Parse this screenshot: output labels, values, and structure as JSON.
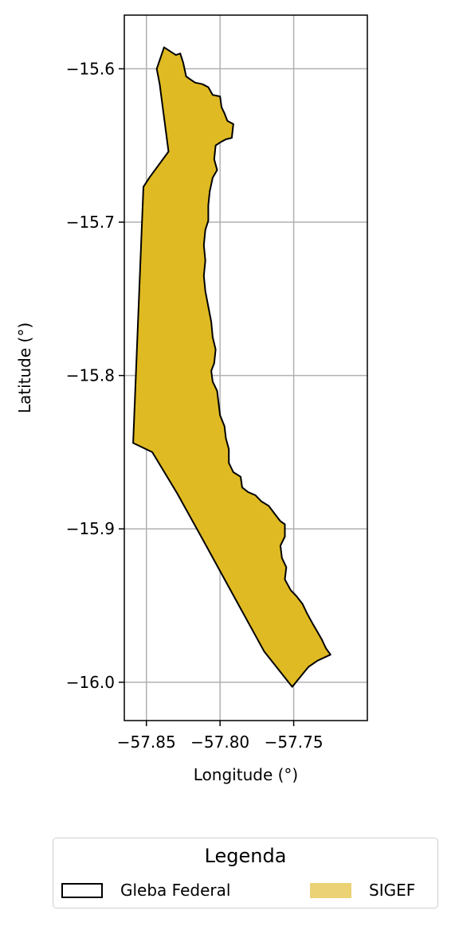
{
  "map": {
    "xlabel": "Longitude (°)",
    "ylabel": "Latitude (°)",
    "xticks": [
      {
        "value": -57.85,
        "label": "−57.85"
      },
      {
        "value": -57.8,
        "label": "−57.80"
      },
      {
        "value": -57.75,
        "label": "−57.75"
      }
    ],
    "yticks": [
      {
        "value": -15.6,
        "label": "−15.6"
      },
      {
        "value": -15.7,
        "label": "−15.7"
      },
      {
        "value": -15.8,
        "label": "−15.8"
      },
      {
        "value": -15.9,
        "label": "−15.9"
      },
      {
        "value": -16.0,
        "label": "−16.0"
      }
    ],
    "xlim": [
      -57.865,
      -57.7
    ],
    "ylim": [
      -16.025,
      -15.565
    ],
    "grid": true,
    "colors": {
      "fill": "#dfba22",
      "outline": "#000000",
      "grid": "#b0b0b0",
      "legend_fill": "#ebd275"
    },
    "polygon": [
      [
        -57.838,
        -15.586
      ],
      [
        -57.83,
        -15.591
      ],
      [
        -57.827,
        -15.59
      ],
      [
        -57.825,
        -15.596
      ],
      [
        -57.823,
        -15.605
      ],
      [
        -57.82,
        -15.607
      ],
      [
        -57.817,
        -15.609
      ],
      [
        -57.812,
        -15.61
      ],
      [
        -57.808,
        -15.612
      ],
      [
        -57.805,
        -15.617
      ],
      [
        -57.8,
        -15.618
      ],
      [
        -57.799,
        -15.625
      ],
      [
        -57.797,
        -15.629
      ],
      [
        -57.795,
        -15.634
      ],
      [
        -57.791,
        -15.636
      ],
      [
        -57.792,
        -15.645
      ],
      [
        -57.796,
        -15.646
      ],
      [
        -57.8,
        -15.648
      ],
      [
        -57.803,
        -15.65
      ],
      [
        -57.804,
        -15.659
      ],
      [
        -57.802,
        -15.666
      ],
      [
        -57.805,
        -15.671
      ],
      [
        -57.807,
        -15.68
      ],
      [
        -57.808,
        -15.689
      ],
      [
        -57.808,
        -15.699
      ],
      [
        -57.81,
        -15.705
      ],
      [
        -57.811,
        -15.715
      ],
      [
        -57.81,
        -15.725
      ],
      [
        -57.811,
        -15.735
      ],
      [
        -57.81,
        -15.745
      ],
      [
        -57.808,
        -15.755
      ],
      [
        -57.806,
        -15.765
      ],
      [
        -57.805,
        -15.775
      ],
      [
        -57.803,
        -15.783
      ],
      [
        -57.804,
        -15.792
      ],
      [
        -57.806,
        -15.797
      ],
      [
        -57.805,
        -15.804
      ],
      [
        -57.802,
        -15.81
      ],
      [
        -57.801,
        -15.818
      ],
      [
        -57.8,
        -15.826
      ],
      [
        -57.797,
        -15.833
      ],
      [
        -57.796,
        -15.841
      ],
      [
        -57.794,
        -15.848
      ],
      [
        -57.794,
        -15.857
      ],
      [
        -57.791,
        -15.863
      ],
      [
        -57.786,
        -15.866
      ],
      [
        -57.785,
        -15.873
      ],
      [
        -57.781,
        -15.876
      ],
      [
        -57.776,
        -15.878
      ],
      [
        -57.772,
        -15.882
      ],
      [
        -57.767,
        -15.885
      ],
      [
        -57.763,
        -15.89
      ],
      [
        -57.759,
        -15.895
      ],
      [
        -57.756,
        -15.897
      ],
      [
        -57.756,
        -15.905
      ],
      [
        -57.759,
        -15.911
      ],
      [
        -57.758,
        -15.919
      ],
      [
        -57.755,
        -15.925
      ],
      [
        -57.756,
        -15.933
      ],
      [
        -57.752,
        -15.94
      ],
      [
        -57.748,
        -15.944
      ],
      [
        -57.744,
        -15.949
      ],
      [
        -57.741,
        -15.955
      ],
      [
        -57.737,
        -15.962
      ],
      [
        -57.734,
        -15.967
      ],
      [
        -57.731,
        -15.972
      ],
      [
        -57.728,
        -15.978
      ],
      [
        -57.725,
        -15.982
      ],
      [
        -57.734,
        -15.986
      ],
      [
        -57.74,
        -15.99
      ],
      [
        -57.751,
        -16.003
      ],
      [
        -57.77,
        -15.98
      ],
      [
        -57.79,
        -15.945
      ],
      [
        -57.81,
        -15.91
      ],
      [
        -57.829,
        -15.877
      ],
      [
        -57.846,
        -15.85
      ],
      [
        -57.859,
        -15.844
      ],
      [
        -57.853,
        -15.7
      ],
      [
        -57.852,
        -15.677
      ],
      [
        -57.848,
        -15.671
      ],
      [
        -57.835,
        -15.654
      ],
      [
        -57.841,
        -15.61
      ],
      [
        -57.843,
        -15.6
      ]
    ]
  },
  "legend": {
    "title": "Legenda",
    "items": [
      {
        "label": "Gleba Federal",
        "style": "outline"
      },
      {
        "label": "SIGEF",
        "style": "fill"
      }
    ]
  }
}
